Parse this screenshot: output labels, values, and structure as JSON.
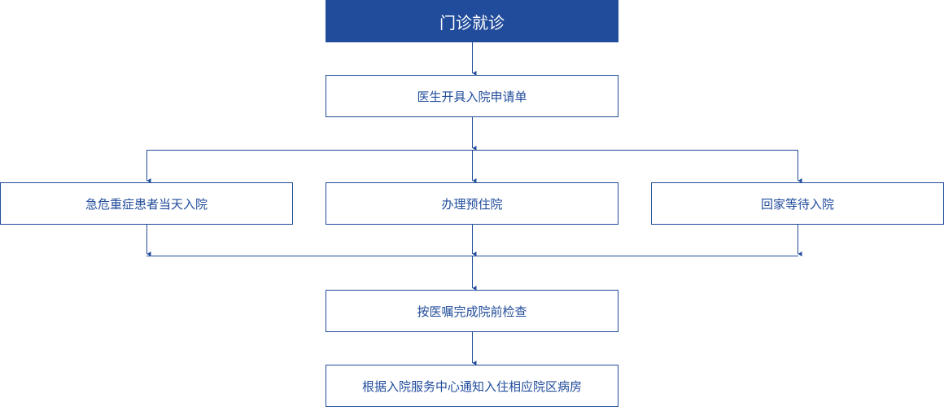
{
  "colors": {
    "accent": "#214c9b"
  },
  "steps": {
    "start": "门诊就诊",
    "apply": "医生开具入院申请单",
    "branches": [
      "急危重症患者当天入院",
      "办理预住院",
      "回家等待入院"
    ],
    "check": "按医嘱完成院前检查",
    "admit": "根据入院服务中心通知入住相应院区病房"
  }
}
